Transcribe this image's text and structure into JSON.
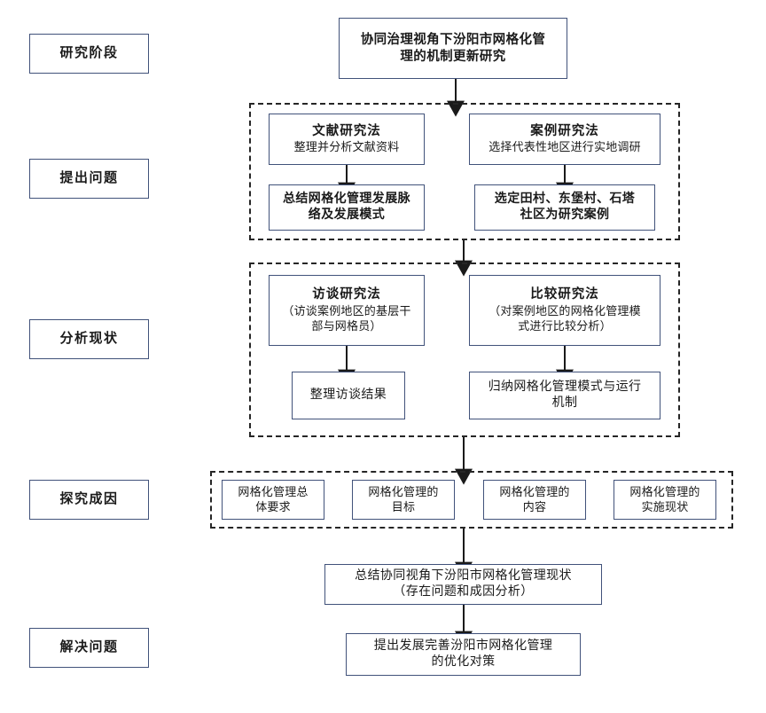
{
  "diagram": {
    "title": "协同治理视角下汾阳市网格化管理的机制更新研究",
    "title_lines": [
      "协同治理视角下汾阳市网格化管",
      "理的机制更新研究"
    ],
    "stages": [
      {
        "id": "stage-research-phase",
        "label": "研究阶段"
      },
      {
        "id": "stage-raise-question",
        "label": "提出问题"
      },
      {
        "id": "stage-analyze-status",
        "label": "分析现状"
      },
      {
        "id": "stage-explore-cause",
        "label": "探究成因"
      },
      {
        "id": "stage-solve-problem",
        "label": "解决问题"
      }
    ],
    "group1": {
      "name": "提出问题阶段分组",
      "literature_method": {
        "head": "文献研究法",
        "sub": [
          "整理并分析文献资料"
        ]
      },
      "literature_result": {
        "lines": [
          "总结网格化管理发展脉",
          "络及发展模式"
        ]
      },
      "case_method": {
        "head": "案例研究法",
        "sub": [
          "选择代表性地区进行实地调研"
        ]
      },
      "case_result": {
        "lines": [
          "选定田村、东堡村、石塔",
          "社区为研究案例"
        ]
      }
    },
    "group2": {
      "name": "分析现状阶段分组",
      "interview_method": {
        "head": "访谈研究法",
        "sub": [
          "（访谈案例地区的基层干",
          "部与网格员）"
        ]
      },
      "interview_result": {
        "lines": [
          "整理访谈结果"
        ]
      },
      "compare_method": {
        "head": "比较研究法",
        "sub": [
          "（对案例地区的网格化管理模",
          "式进行比较分析）"
        ]
      },
      "compare_result": {
        "lines": [
          "归纳网格化管理模式与运行",
          "机制"
        ]
      }
    },
    "group3": {
      "name": "探究成因阶段分组",
      "items": [
        {
          "lines": [
            "网格化管理总",
            "体要求"
          ]
        },
        {
          "lines": [
            "网格化管理的",
            "目标"
          ]
        },
        {
          "lines": [
            "网格化管理的",
            "内容"
          ]
        },
        {
          "lines": [
            "网格化管理的",
            "实施现状"
          ]
        }
      ]
    },
    "summary_box": {
      "lines": [
        "总结协同视角下汾阳市网格化管理现状",
        "（存在问题和成因分析）"
      ]
    },
    "solution_box": {
      "lines": [
        "提出发展完善汾阳市网格化管理",
        "的优化对策"
      ]
    },
    "colors": {
      "box_border": "#41527a",
      "group_border": "#262626",
      "arrow": "#1a1a1a",
      "background": "#ffffff",
      "text": "#1a1a1a"
    }
  }
}
